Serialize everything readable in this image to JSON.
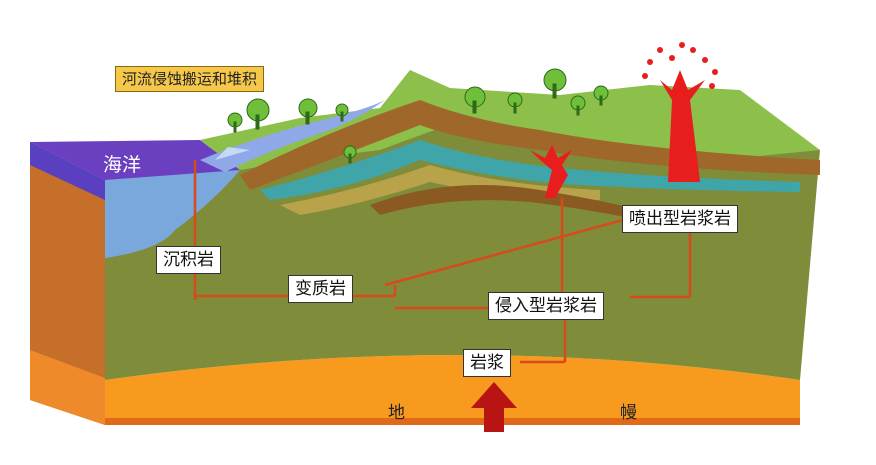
{
  "title": "河流侵蚀搬运和堆积",
  "labels": {
    "ocean": "海洋",
    "sedimentary": "沉积岩",
    "metamorphic": "变质岩",
    "intrusive": "侵入型岩浆岩",
    "extrusive": "喷出型岩浆岩",
    "magma": "岩浆",
    "mantle_left": "地",
    "mantle_right": "幔"
  },
  "colors": {
    "mantle": "#f79a1e",
    "mantle_side": "#e8792a",
    "crust": "#7f8c3a",
    "crust_side": "#c56f2a",
    "ocean": "#7aa8dc",
    "ocean_top": "#6a3fc0",
    "surface": "#8cc04a",
    "line": "#d64a1c",
    "magma": "#e81e1e",
    "label_bg": "#f6c84a"
  }
}
